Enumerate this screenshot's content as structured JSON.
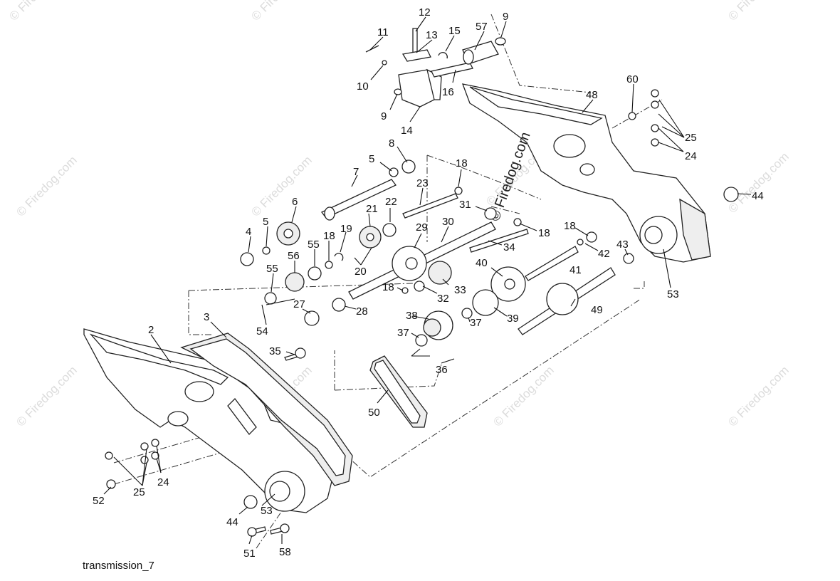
{
  "diagram": {
    "caption": "transmission_7",
    "watermark": "© Firedog.com",
    "watermark_on_part": "© Firedog.com"
  },
  "callouts": [
    "2",
    "3",
    "4",
    "5",
    "5",
    "6",
    "7",
    "8",
    "9",
    "9",
    "10",
    "11",
    "12",
    "13",
    "14",
    "15",
    "16",
    "18",
    "18",
    "18",
    "18",
    "19",
    "20",
    "21",
    "22",
    "23",
    "24",
    "24",
    "25",
    "25",
    "27",
    "28",
    "29",
    "30",
    "31",
    "32",
    "33",
    "34",
    "35",
    "36",
    "37",
    "37",
    "38",
    "39",
    "40",
    "41",
    "42",
    "43",
    "44",
    "44",
    "48",
    "49",
    "50",
    "51",
    "52",
    "53",
    "53",
    "54",
    "55",
    "55",
    "56",
    "57",
    "58",
    "60"
  ]
}
